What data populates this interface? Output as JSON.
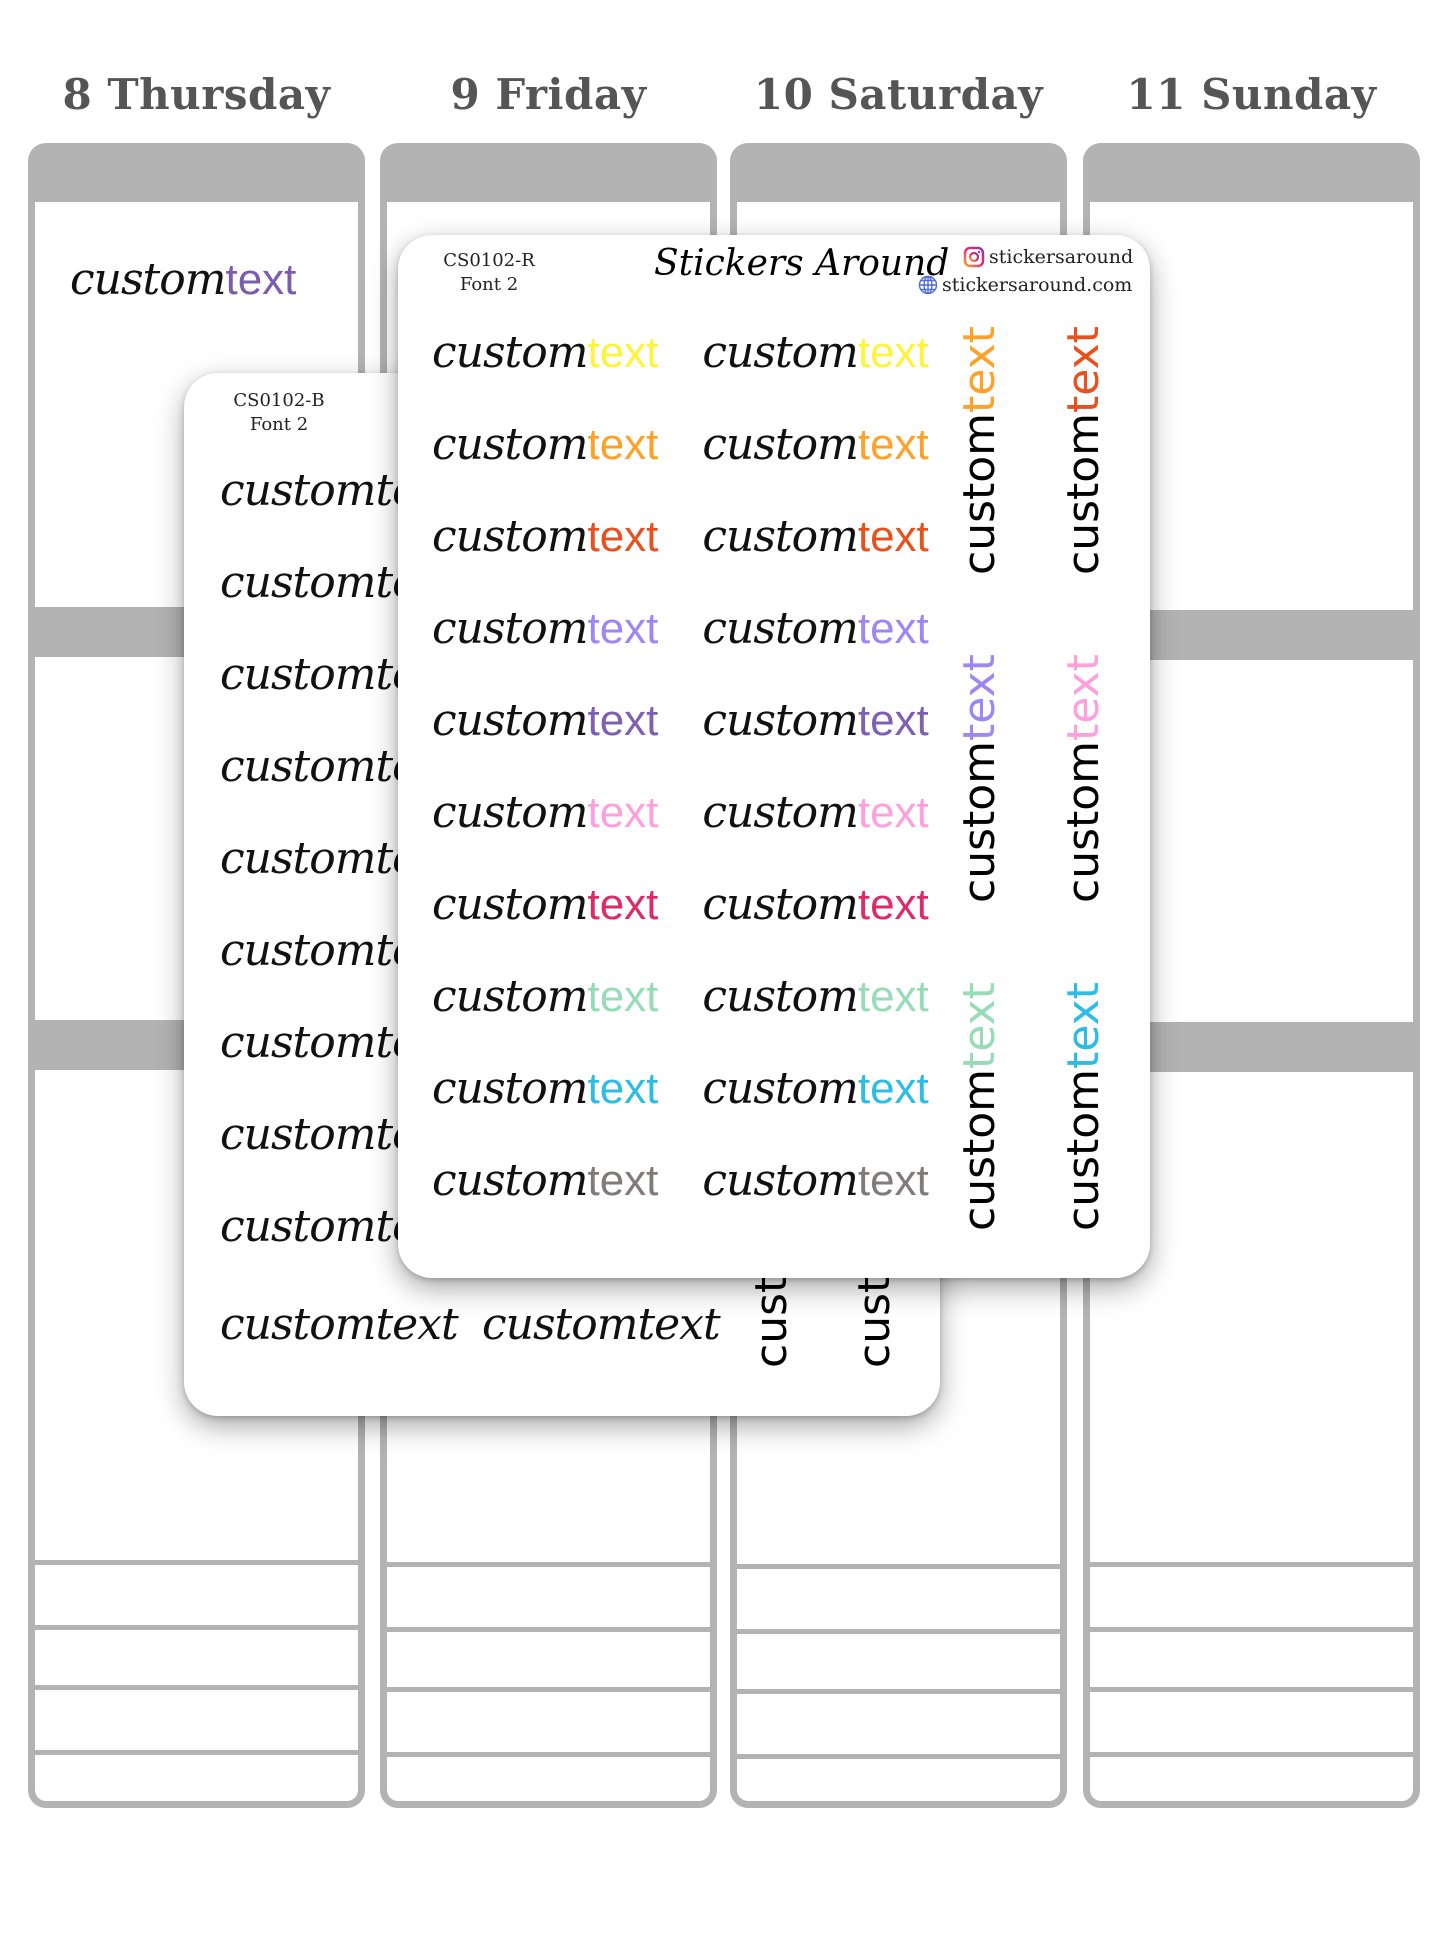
{
  "planner": {
    "days": [
      {
        "label": "8 Thursday"
      },
      {
        "label": "9 Friday"
      },
      {
        "label": "10 Saturday"
      },
      {
        "label": "11 Sunday"
      }
    ],
    "placed_sticker": {
      "script": "custom",
      "text": "text",
      "text_color": "#7b5cb0"
    }
  },
  "sheet_back": {
    "code": "CS0102-B",
    "font": "Font 2",
    "rows_left": [
      "customte",
      "customte",
      "customte",
      "customte",
      "customte",
      "customte",
      "customte",
      "customte",
      "customte"
    ],
    "bottom_row": [
      "customtext",
      "customtext"
    ],
    "vertical_partial": [
      "cust",
      "cust"
    ],
    "text_color": "#000000"
  },
  "sheet_front": {
    "code": "CS0102-R",
    "font": "Font 2",
    "brand": "Stickers Around",
    "instagram": "stickersaround",
    "website": "stickersaround.com",
    "icons": {
      "instagram": "instagram-icon",
      "website": "globe-icon"
    },
    "script_word": "custom",
    "accent_word": "text",
    "rows": [
      {
        "color": "#fff33b"
      },
      {
        "color": "#ffa126"
      },
      {
        "color": "#e8501e"
      },
      {
        "color": "#9f86f7"
      },
      {
        "color": "#7f5fb3"
      },
      {
        "color": "#ff9fdc"
      },
      {
        "color": "#de2a66"
      },
      {
        "color": "#95dcb7"
      },
      {
        "color": "#2bbce8"
      },
      {
        "color": "#807a7b"
      }
    ],
    "vertical": [
      {
        "color": "#ffa126"
      },
      {
        "color": "#e8501e"
      },
      {
        "color": "#9f86f7"
      },
      {
        "color": "#ff9fdc"
      },
      {
        "color": "#95dcb7"
      },
      {
        "color": "#2bbce8"
      }
    ]
  },
  "colors": {
    "planner_gray": "#b3b3b3",
    "header_text": "#555555"
  }
}
